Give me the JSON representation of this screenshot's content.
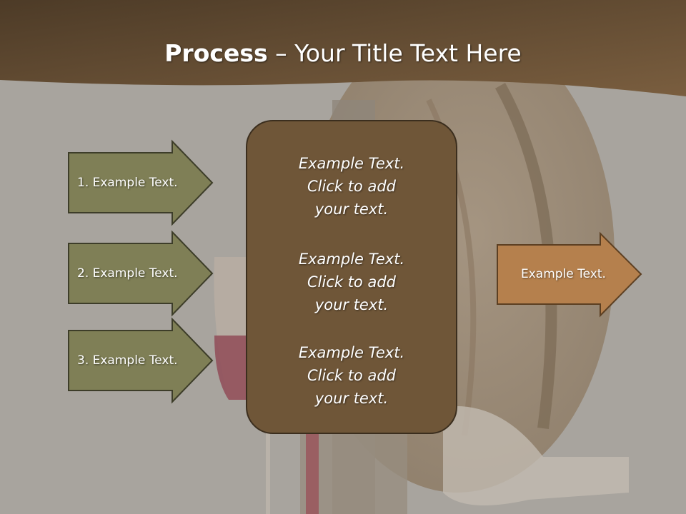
{
  "slide": {
    "title_bold": "Process",
    "title_rest": " – Your Title Text Here"
  },
  "inputs": [
    {
      "label": "1. Example Text."
    },
    {
      "label": "2. Example Text."
    },
    {
      "label": "3. Example Text."
    }
  ],
  "center_blocks": [
    {
      "line1": "Example Text.",
      "line2": "Click  to add",
      "line3": "your text."
    },
    {
      "line1": "Example Text.",
      "line2": "Click  to add",
      "line3": "your text."
    },
    {
      "line1": "Example Text.",
      "line2": "Click  to add",
      "line3": "your text."
    }
  ],
  "output": {
    "label": "Example Text."
  },
  "colors": {
    "header": "#5e4930",
    "input_arrow": "#7f7f56",
    "center_box": "#6f5638",
    "output_arrow": "#b5804d"
  }
}
